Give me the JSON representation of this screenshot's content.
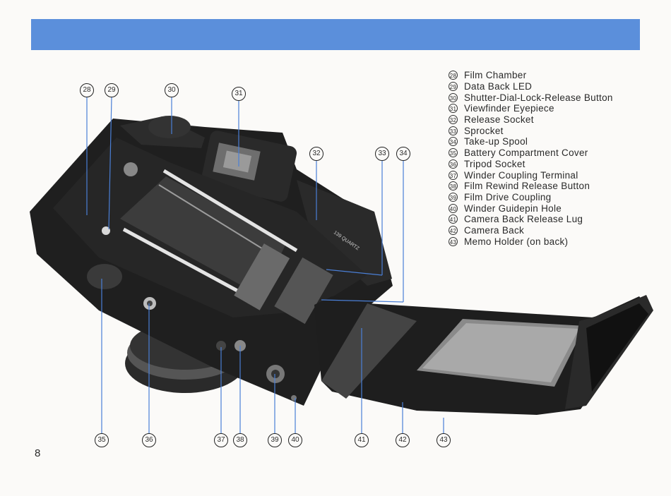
{
  "legend": [
    {
      "num": "28",
      "label": "Film Chamber"
    },
    {
      "num": "29",
      "label": "Data Back LED"
    },
    {
      "num": "30",
      "label": "Shutter-Dial-Lock-Release Button"
    },
    {
      "num": "31",
      "label": "Viewfinder Eyepiece"
    },
    {
      "num": "32",
      "label": "Release Socket"
    },
    {
      "num": "33",
      "label": "Sprocket"
    },
    {
      "num": "34",
      "label": "Take-up Spool"
    },
    {
      "num": "35",
      "label": "Battery Compartment Cover"
    },
    {
      "num": "36",
      "label": "Tripod Socket"
    },
    {
      "num": "37",
      "label": "Winder Coupling Terminal"
    },
    {
      "num": "38",
      "label": "Film Rewind Release Button"
    },
    {
      "num": "39",
      "label": "Film Drive Coupling"
    },
    {
      "num": "40",
      "label": "Winder Guidepin Hole"
    },
    {
      "num": "41",
      "label": "Camera Back Release Lug"
    },
    {
      "num": "42",
      "label": "Camera Back"
    },
    {
      "num": "43",
      "label": "Memo Holder (on back)"
    }
  ],
  "camera_text": "139 QUARTZ",
  "page_number": "8",
  "colors": {
    "banner": "#5b8fdb",
    "leader_line": "#4a7fd6"
  }
}
